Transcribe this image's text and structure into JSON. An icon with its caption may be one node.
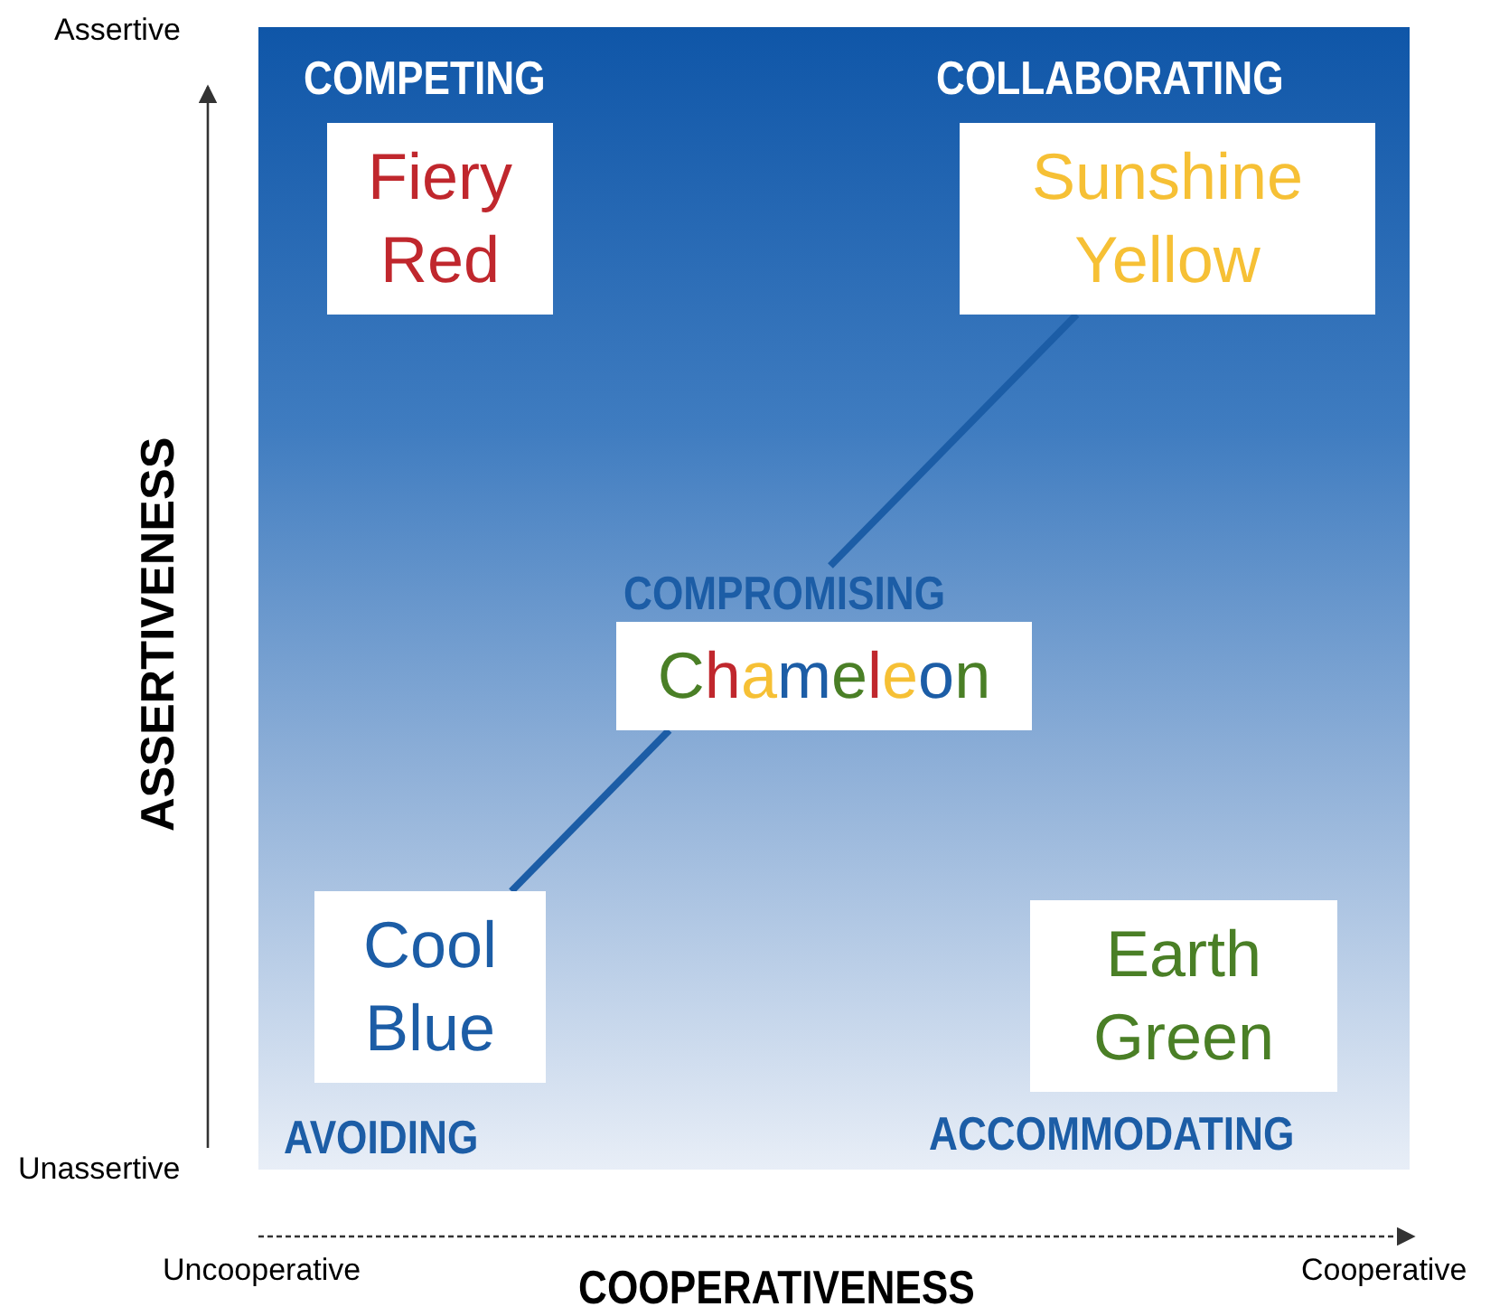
{
  "diagram": {
    "nodes": [
      {
        "text": [],
        "shape": "box"
      },
      {
        "text": [
          "Fiery Red"
        ],
        "in": 0
      },
      {
        "text": [
          "Sunshine Yellow"
        ],
        "in": 0
      },
      {
        "text": [
          "COMPROMISING",
          "Chameleon"
        ],
        "in": 0
      },
      {
        "text": [
          "Cool Blue"
        ],
        "in": 0
      },
      {
        "text": [
          "Earth Green"
        ],
        "in": 0
      }
    ],
    "edges": [
      {
        "from": 4,
        "to": 3,
        "arrow": "none"
      },
      {
        "from": 3,
        "to": 2,
        "arrow": "none"
      }
    ],
    "labels": [
      "Assertive",
      "COMPETING",
      "COLLABORATING",
      "ASSERTIVENESS",
      "AVOIDING",
      "ACCOMMODATING",
      "Unassertive",
      "Uncooperative",
      "Cooperative",
      "COOPERATIVENESS"
    ]
  }
}
